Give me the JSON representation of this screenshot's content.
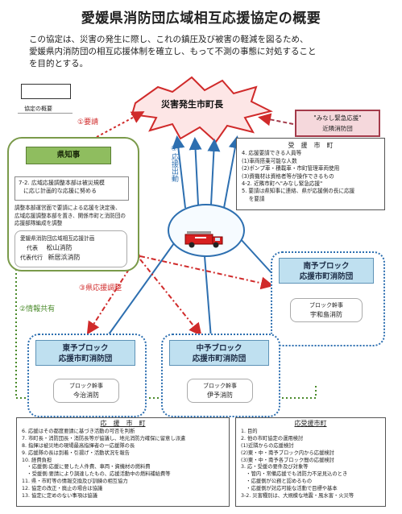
{
  "title": "愛媛県消防団広域相互応援協定の概要",
  "intro": [
    "この協定は、災害の発生に際し、これの鎮圧及び被害の軽減を図るため、",
    "愛媛県内消防団の相互応援体制を確立し、もって不測の事態に対処すること",
    "を目的とする。"
  ],
  "legend": {
    "label": "協定の概要"
  },
  "disaster_city": "災害発生市町長",
  "minashi": {
    "line1": "\"みなし緊急応援\"",
    "line2": "近隣消防団"
  },
  "labels": {
    "request": "①要請",
    "dispatch": "④応援出動",
    "coordination": "③県応援調整",
    "info_share": "②情報共有"
  },
  "prefecture": {
    "head": "県知事",
    "box_lines": [
      "7-2. 広域応援調整本部は被災規模",
      "に応じ計画的な応援に努める"
    ],
    "text_lines": [
      "調整本部運営面で要請による応援を決定後、",
      "広域応援調整本部を置き、関係市町と消防団の",
      "応援部隊編成を調整"
    ],
    "sub_title": "愛媛県消防団広域相互応援計画",
    "sub_role1": "代表",
    "sub_name1": "松山消防",
    "sub_role2": "代表代行",
    "sub_name2": "新居浜消防"
  },
  "jyuen": {
    "title": "受　援　市　町",
    "lines": [
      "4. 応援要請できる人員等",
      "(1)車両搭乗可能な人数",
      "(2)ポンプ車・積載車・市町管理車両使用",
      "(3)資機材は資格者等が操作できるもの",
      "4-2. 近隣市町へ\"みなし緊急応援\"",
      "5. 要請は県知事に連絡、県が応援側の長に応援",
      "　 を要請"
    ]
  },
  "blocks": {
    "nanyo": {
      "line1": "南予ブロック",
      "line2": "応援市町消防団",
      "sub_role": "ブロック幹事",
      "sub_name": "宇和島消防"
    },
    "toyo": {
      "line1": "東予ブロック",
      "line2": "応援市町消防団",
      "sub_role": "ブロック幹事",
      "sub_name": "今治消防"
    },
    "chuyo": {
      "line1": "中予ブロック",
      "line2": "応援市町消防団",
      "sub_role": "ブロック幹事",
      "sub_name": "伊予消防"
    }
  },
  "ouen": {
    "title": "応　援　市　町",
    "lines": [
      "6. 応援はその都度要請に基づき活動の可否を判断",
      "7. 市町長・消防団長・消防長等が協議し、地元消防力確保に留意し派遣",
      "8. 指揮は被災地の現場最高指揮者の一応援隊の長",
      "9. 応援隊の長は到着・引揚げ・活動状況を報告",
      "10. 経費負担",
      "　・応援側:応援に要した人件費、車両・資機材の燃料費",
      "　・受援側:要請により調達したもの、応援活動中の燃料補給費等",
      "11. 県・市町等の情報交換及び訓練の相互協力",
      "12. 協定の改正・廃止の場合は協議",
      "13. 協定に定めのない事項は協議"
    ]
  },
  "ouen_jyuen": {
    "title": "応受援市町",
    "lines": [
      "1. 目的",
      "2. 他の市町協定の運用検討",
      "(1)近隣からの応援検討",
      "(2)東・中・南予ブロック内から応援検討",
      "(3)東・中・南予各ブロック間の応援検討",
      "3. 応・受援の要件及び対象等",
      "　・管内・常備応援でも消防力不足見込のとき",
      "　・応援側が公務と認めるもの",
      "　・応援側が対応可能な活動で目標や基本",
      "3-2. 災害種別は、大規模な地震・風水害・火災等"
    ]
  },
  "colors": {
    "red": "#d02a2a",
    "blue": "#2d6fb0",
    "green": "#4a8a2a",
    "pref_head": "#8fbd5f",
    "block_head": "#bfe0f0",
    "minashi_fill": "#f5d8dc"
  }
}
